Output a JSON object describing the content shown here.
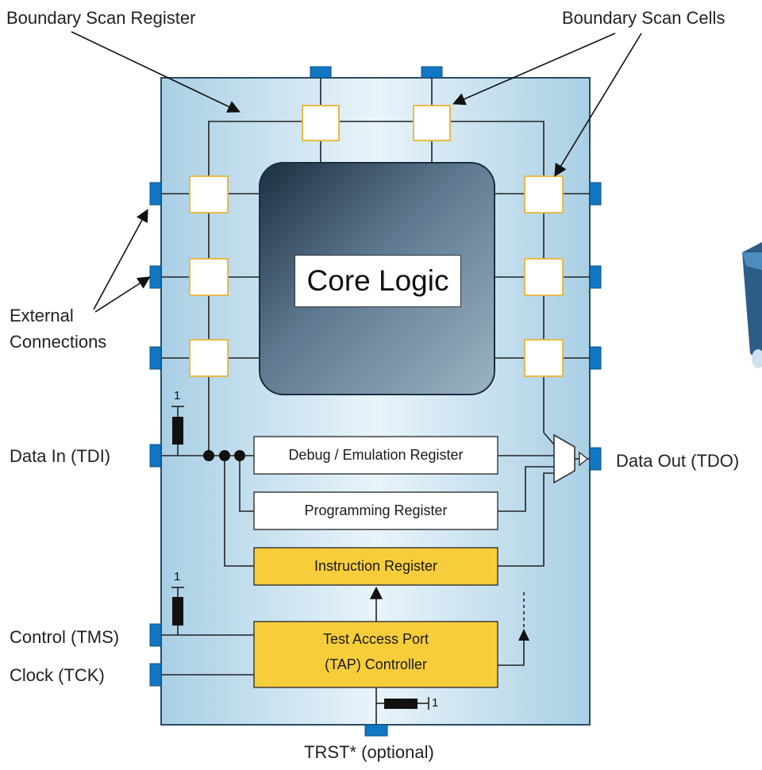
{
  "labels": {
    "boundary_scan_register": "Boundary Scan Register",
    "boundary_scan_cells": "Boundary Scan Cells",
    "external_connections_1": "External",
    "external_connections_2": "Connections",
    "data_in": "Data In (TDI)",
    "data_out": "Data Out (TDO)",
    "control": "Control (TMS)",
    "clock": "Clock (TCK)",
    "trst": "TRST* (optional)"
  },
  "blocks": {
    "core_logic": "Core Logic",
    "debug_register": "Debug / Emulation Register",
    "programming_register": "Programming Register",
    "instruction_register": "Instruction Register",
    "tap_line1": "Test Access Port",
    "tap_line2": "(TAP) Controller"
  },
  "resistor_values": {
    "tdi_pullup": "1",
    "tms_pullup": "1",
    "trst_pulldown": "1"
  },
  "colors": {
    "chip_fill": "#bcd9ea",
    "pin": "#1177c2",
    "register_yellow": "#f7cd3c",
    "cell_border": "#e8b94b",
    "core_dark": "#2c4257"
  }
}
